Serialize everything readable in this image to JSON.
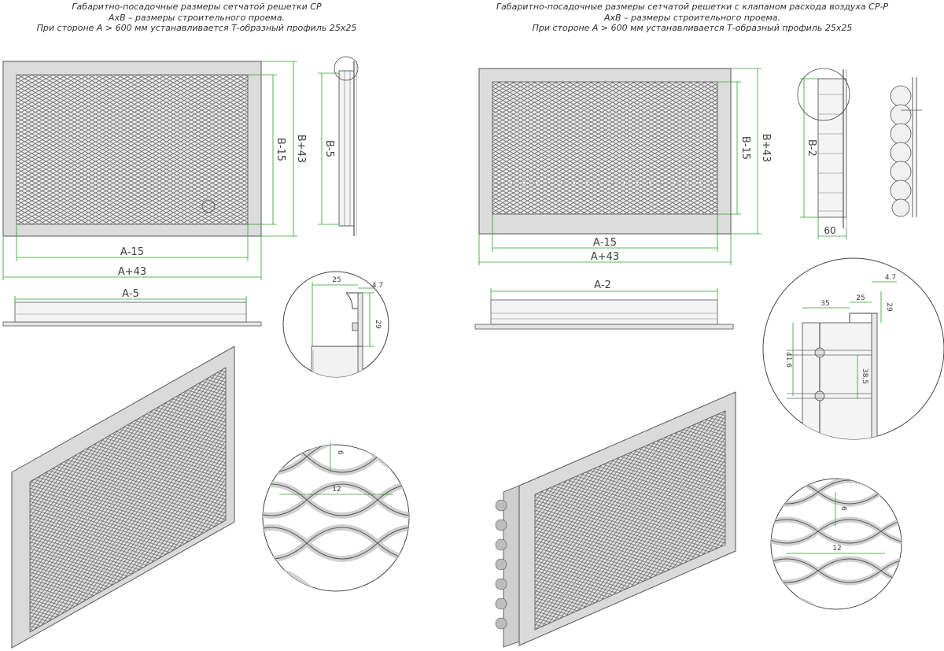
{
  "left": {
    "caption": [
      "Габаритно-посадочные размеры сетчатой решетки СР",
      "АхВ – размеры строительного проема.",
      "При стороне А > 600 мм устанавливается Т-образный профиль 25х25"
    ],
    "front_dims": {
      "width_inner": "А-15",
      "width_outer": "А+43",
      "height_inner": "В-15",
      "height_outer": "В+43"
    },
    "side_dims": {
      "height": "В-5"
    },
    "bottom_dims": {
      "width": "А-5"
    },
    "profile_detail": {
      "flange": "25",
      "lip": "4.7",
      "depth": "29"
    },
    "mesh_detail": {
      "cell_height": "6",
      "cell_width": "12"
    }
  },
  "right": {
    "caption": [
      "Габаритно-посадочные размеры сетчатой решетки с клапаном расхода воздуха СР-Р",
      "АхВ – размеры строительного проема.",
      "При стороне А > 600 мм устанавливается Т-образный профиль 25х25"
    ],
    "front_dims": {
      "width_inner": "А-15",
      "width_outer": "А+43",
      "height_inner": "В-15",
      "height_outer": "В+43"
    },
    "side_dims": {
      "height": "В-2",
      "depth": "60"
    },
    "bottom_dims": {
      "width": "А-2"
    },
    "profile_detail": {
      "lip": "4.7",
      "flange": "25",
      "body": "35",
      "depth": "29",
      "pitch_outer": "41.6",
      "pitch_inner": "38.5"
    },
    "mesh_detail": {
      "cell_height": "6",
      "cell_width": "12"
    }
  },
  "colors": {
    "dimension": "#2aa02a",
    "line": "#333333",
    "frame": "#dadada",
    "mesh": "#9a9a9a"
  }
}
